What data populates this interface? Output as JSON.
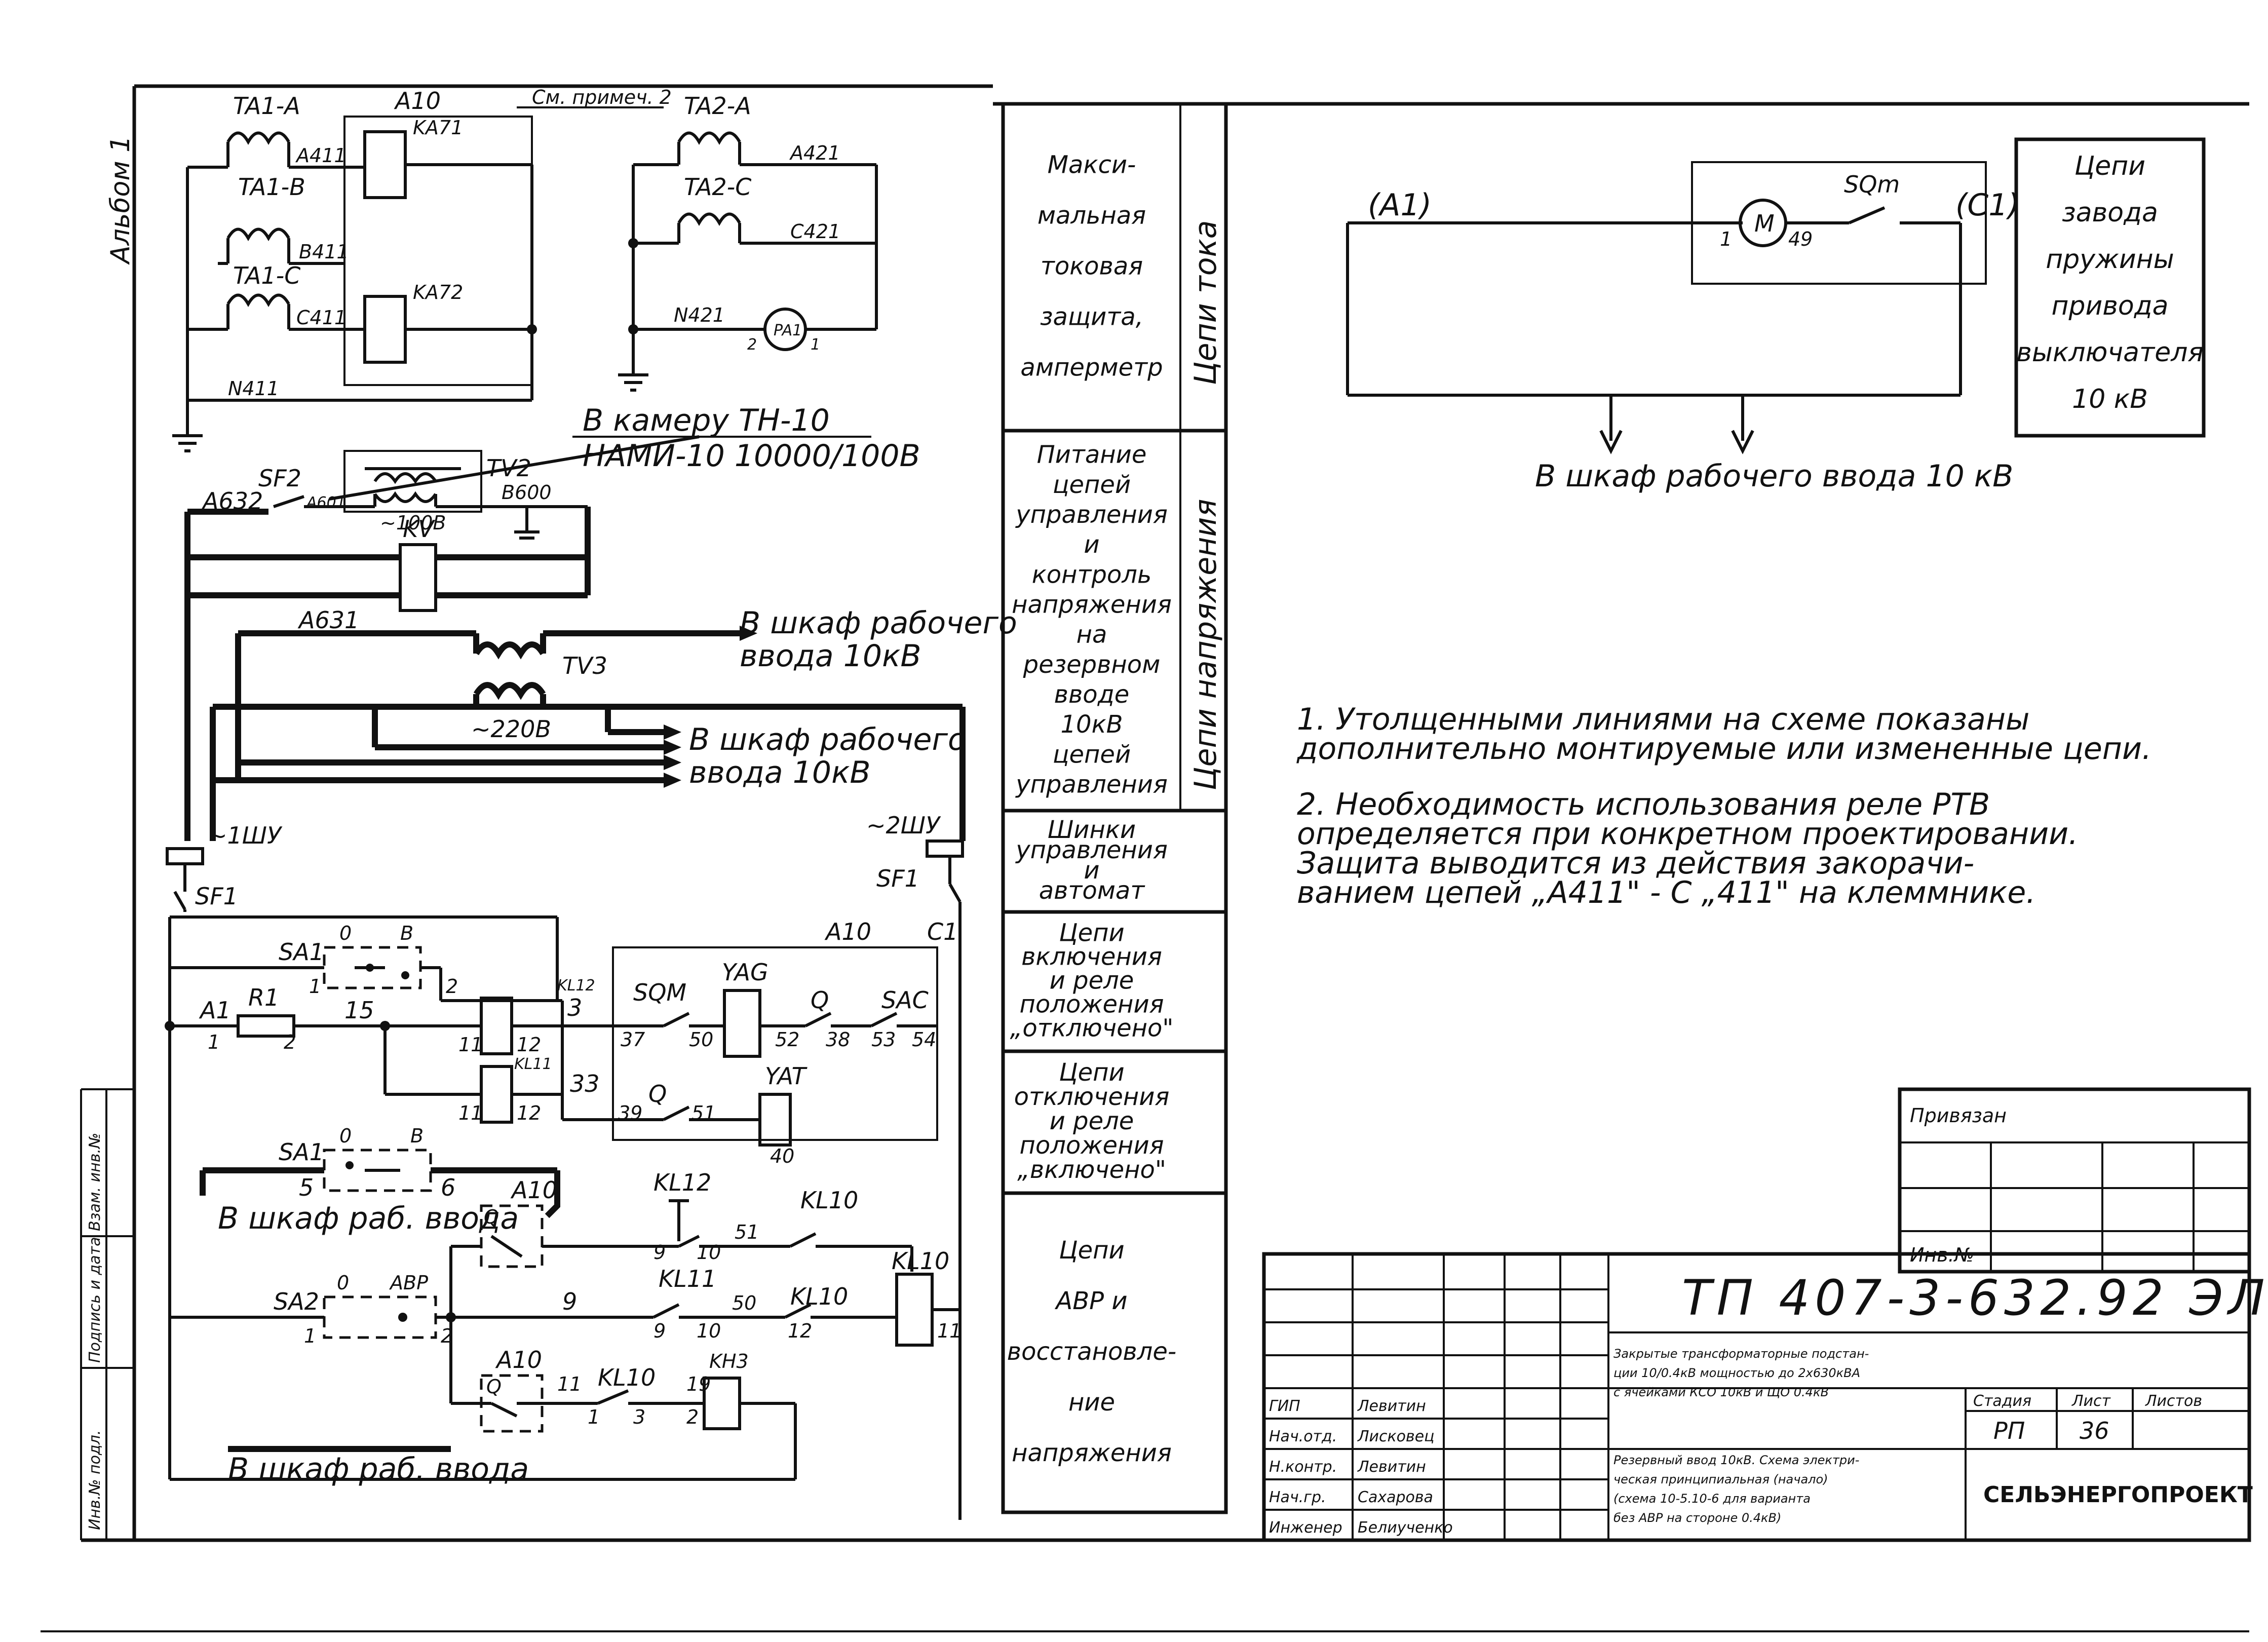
{
  "sheet": {
    "album_label": "Альбом 1",
    "side_stamp": [
      "Инв.№ подл.",
      "Подпись и дата",
      "Взам. инв.№"
    ]
  },
  "schematic": {
    "ct_phase_labels": [
      "TA1-A",
      "TA1-B",
      "TA1-C",
      "TA2-A",
      "TA2-C"
    ],
    "wire_labels": [
      "A411",
      "B411",
      "C411",
      "N411",
      "A421",
      "C421",
      "N421"
    ],
    "relay_labels": [
      "A10",
      "KA71",
      "KA72",
      "PA1"
    ],
    "note_ref": "См. примеч. 2",
    "pa_terminals": [
      "2",
      "1"
    ],
    "to_vt_line1": "В камеру ТН-10",
    "to_vt_line2": "НАМИ-10 10000/100В",
    "sf2_labels": [
      "SF2",
      "A632",
      "A601",
      "B600"
    ],
    "tv2_labels": [
      "TV2",
      "~100В"
    ],
    "kv_label": "KV",
    "a631_label": "A631",
    "tv3_labels": [
      "TV3",
      "~220В"
    ],
    "to_cabinet_a": [
      "В шкаф рабочего",
      "ввода 10кВ"
    ],
    "to_cabinet_b": [
      "В шкаф рабочего",
      "ввода 10кВ"
    ],
    "bus_labels": [
      "~1ШУ",
      "SF1",
      "~2ШУ",
      "SF1"
    ],
    "ctrl_labels": [
      "SA1",
      "0",
      "В",
      "1",
      "2",
      "KL12",
      "A10",
      "C1",
      "A1",
      "R1",
      "1",
      "2",
      "15",
      "11",
      "12",
      "3",
      "SQM",
      "37",
      "50",
      "YAG",
      "52",
      "Q",
      "38",
      "53",
      "SAC",
      "54",
      "KL11",
      "11",
      "12",
      "33",
      "Q",
      "39",
      "51",
      "YAT",
      "40"
    ],
    "sa1b_labels": [
      "SA1",
      "0",
      "В",
      "5",
      "6"
    ],
    "to_cabinet_c": "В шкаф раб. ввода",
    "abr_labels": [
      "A10",
      "Q",
      "KL12",
      "9",
      "10",
      "51",
      "KL10",
      "KL10",
      "KL11",
      "9",
      "10",
      "50",
      "KL10",
      "12",
      "11",
      "SA2",
      "0",
      "АВР",
      "1",
      "2",
      "9",
      "A10",
      "Q",
      "11",
      "KL10",
      "1",
      "3",
      "19",
      "2",
      "KH3"
    ],
    "to_cabinet_d": "В шкаф раб. ввода"
  },
  "functions": {
    "col_title": [
      "Цепи тока",
      "Цепи напряжения"
    ],
    "cells": [
      [
        "Макси-",
        "мальная",
        "токовая",
        "защита,",
        "амперметр"
      ],
      [
        "Питание",
        "цепей",
        "управления",
        "и",
        "контроль",
        "напряжения",
        "на",
        "резервном",
        "вводе",
        "10кВ",
        "цепей",
        "управления"
      ],
      [
        "Шинки",
        "управления",
        "и",
        "автомат"
      ],
      [
        "Цепи",
        "включения",
        "и реле",
        "положения",
        "„отключено\""
      ],
      [
        "Цепи",
        "отключения",
        "и реле",
        "положения",
        "„включено\""
      ],
      [
        "Цепи",
        "АВР и",
        "восстановле-",
        "ние",
        "напряжения"
      ]
    ]
  },
  "motor": {
    "labels": [
      "(A1)",
      "SQm",
      "(C1)",
      "M",
      "1",
      "49"
    ],
    "caption": "В шкаф рабочего ввода 10 кВ",
    "box": [
      "Цепи",
      "завода",
      "пружины",
      "привода",
      "выключателя",
      "10 кВ"
    ]
  },
  "notes": [
    [
      "1. Утолщенными линиями на схеме показаны",
      "дополнительно монтируемые или измененные цепи."
    ],
    [
      "2. Необходимость использования реле РТВ",
      "определяется при конкретном проектировании.",
      "Защита выводится из действия закорачи-",
      "ванием цепей „A411\" - С „411\" на клеммнике."
    ]
  ],
  "title_block": {
    "privyazan": "Привязан",
    "inv": "Инв.№",
    "code": "ТП 407-3-632.92 ЭЛ",
    "desc1": [
      "Закрытые трансформаторные подстан-",
      "ции 10/0.4кВ мощностью до 2х630кВА",
      "с ячейками КСО 10кВ и ЩО 0.4кВ"
    ],
    "desc2": [
      "Резервный ввод 10кВ. Схема электри-",
      "ческая принципиальная (начало)",
      "(схема 10-5.10-6 для варианта",
      "без АВР на стороне 0.4кВ)"
    ],
    "stage_hdr": "Стадия",
    "sheet_hdr": "Лист",
    "sheets_hdr": "Листов",
    "stage": "РП",
    "sheet": "36",
    "org": "СЕЛЬЭНЕРГОПРОЕКТ",
    "roles": [
      "ГИП",
      "Нач.отд.",
      "Н.контр.",
      "Нач.гр.",
      "Инженер"
    ],
    "names": [
      "Левитин",
      "Лисковец",
      "Левитин",
      "Сахарова",
      "Белиученко"
    ]
  }
}
